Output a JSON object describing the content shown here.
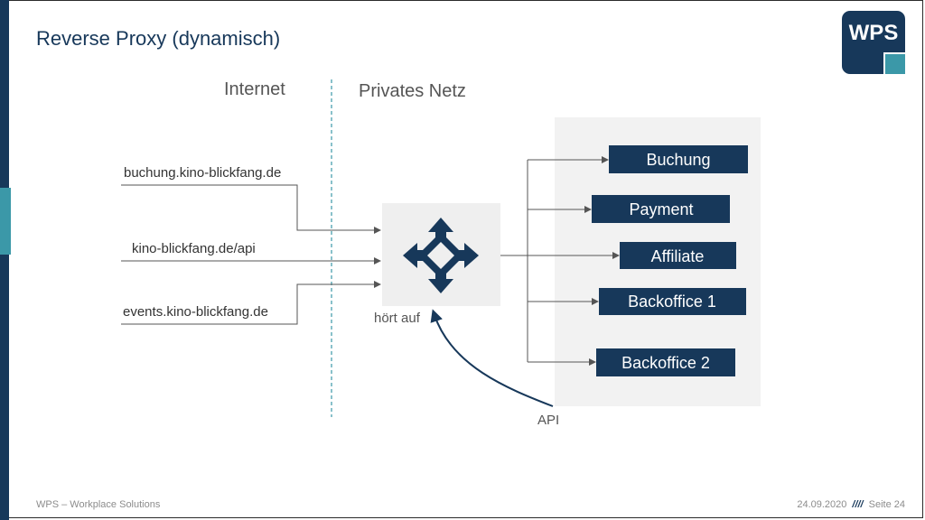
{
  "slide": {
    "title": "Reverse Proxy (dynamisch)",
    "footer_left": "WPS – Workplace Solutions",
    "footer_date": "24.09.2020",
    "footer_separator": "////",
    "footer_page": "Seite 24"
  },
  "logo": {
    "text": "WPS",
    "color": "#17385a",
    "accent": "#3b98a8"
  },
  "zones": {
    "internet": "Internet",
    "private": "Privates Netz"
  },
  "domains": [
    "buchung.kino-blickfang.de",
    "kino-blickfang.de/api",
    "events.kino-blickfang.de"
  ],
  "proxy": {
    "icon": "move-arrows-icon",
    "label": "hört auf"
  },
  "services": [
    "Buchung",
    "Payment",
    "Affiliate",
    "Backoffice 1",
    "Backoffice 2"
  ],
  "api_label": "API",
  "colors": {
    "navy": "#17385a",
    "teal": "#3b98a8",
    "panel": "#f2f2f2",
    "line": "#555555"
  }
}
